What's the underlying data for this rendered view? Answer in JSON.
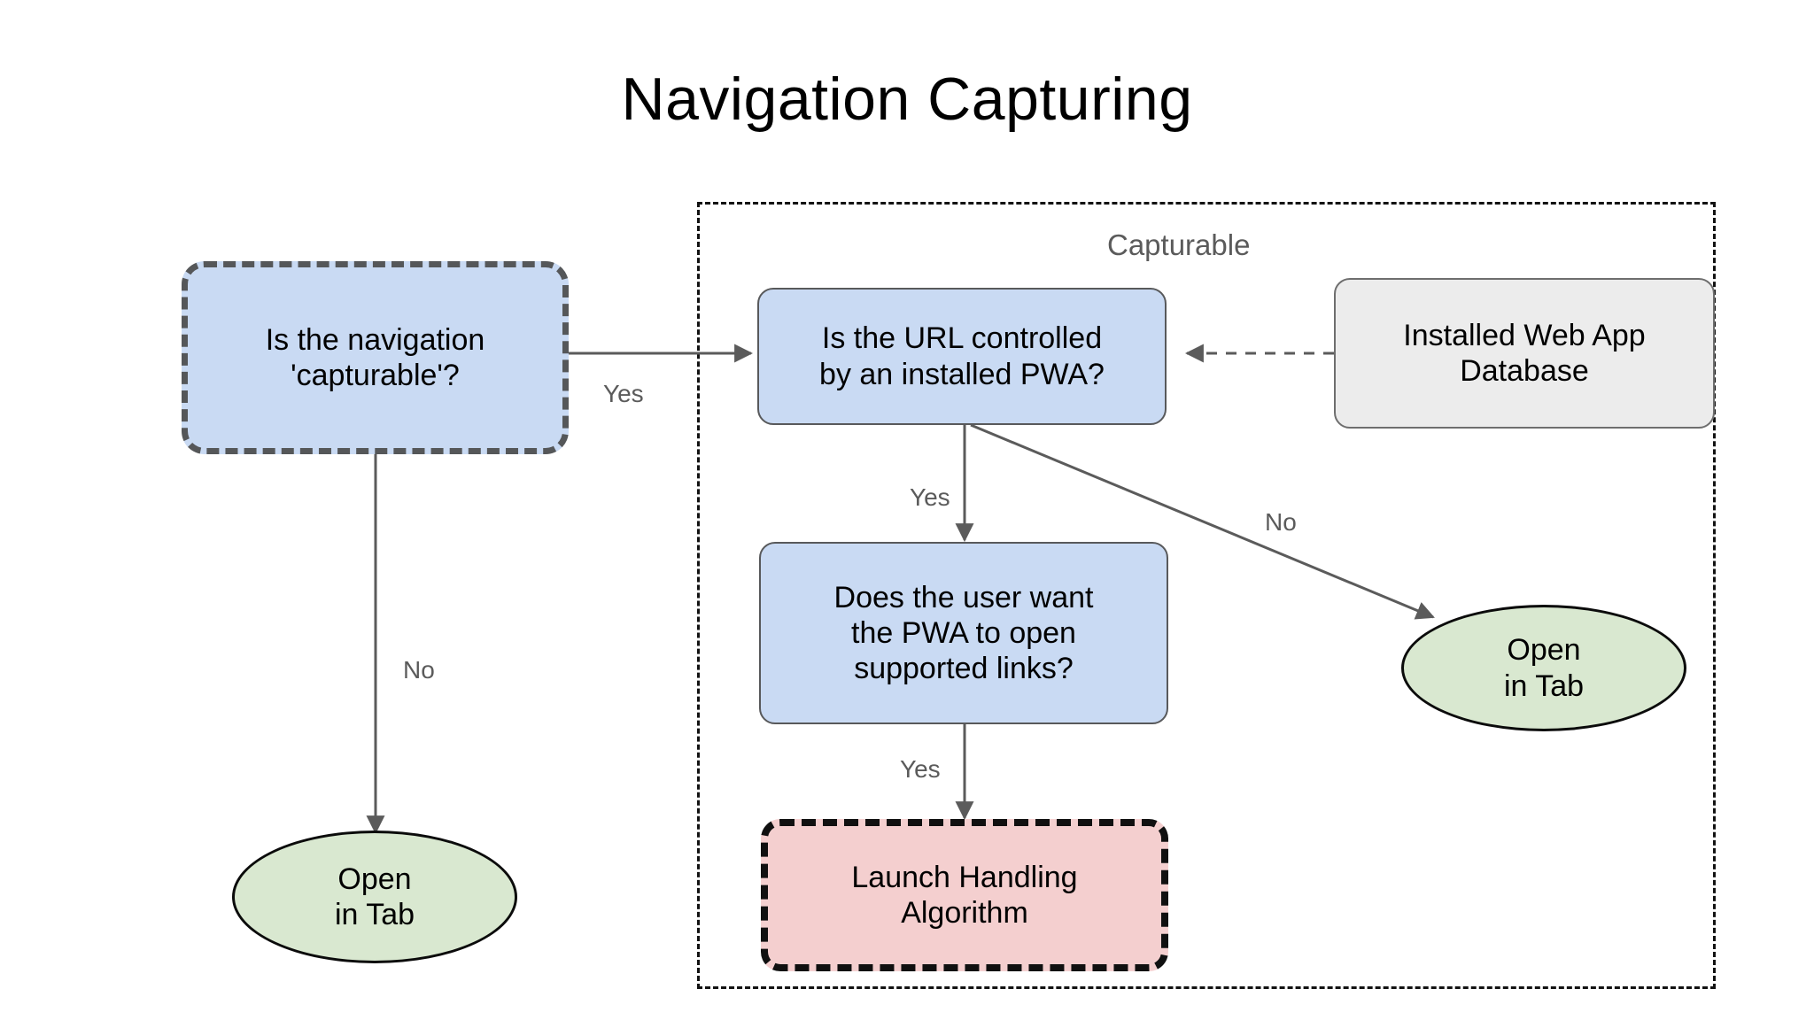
{
  "page": {
    "title": "Navigation Capturing",
    "background_color": "#ffffff"
  },
  "group": {
    "label": "Capturable",
    "border_style": "dashed",
    "border_color": "#121212"
  },
  "palette": {
    "decision_fill": "#c9daf3",
    "decision_stroke": "#58595b",
    "entry_stroke": "#555759",
    "datastore_fill": "#ececec",
    "datastore_stroke": "#6e6e6e",
    "terminal_fill": "#d9e8d0",
    "terminal_stroke": "#0b0b0b",
    "algorithm_fill": "#f4cfcf",
    "algorithm_stroke": "#101010",
    "edge_color": "#5b5b5b",
    "label_color": "#5b5b5b"
  },
  "nodes": {
    "is_capturable": {
      "lines": [
        "Is the navigation",
        "'capturable'?"
      ],
      "shape": "rounded-rect",
      "style": "blue-dashed"
    },
    "is_url_controlled": {
      "lines": [
        "Is the URL controlled",
        "by an installed PWA?"
      ],
      "shape": "rounded-rect",
      "style": "blue"
    },
    "installed_web_app_database": {
      "lines": [
        "Installed Web App",
        "Database"
      ],
      "shape": "rounded-rect",
      "style": "gray"
    },
    "user_wants_pwa": {
      "lines": [
        "Does the user want",
        "the PWA to open",
        "supported links?"
      ],
      "shape": "rounded-rect",
      "style": "blue"
    },
    "launch_handling_algorithm": {
      "lines": [
        "Launch Handling",
        "Algorithm"
      ],
      "shape": "rounded-rect",
      "style": "pink-dashed"
    },
    "open_in_tab_left": {
      "lines": [
        "Open",
        "in Tab"
      ],
      "shape": "ellipse",
      "style": "green"
    },
    "open_in_tab_right": {
      "lines": [
        "Open",
        "in Tab"
      ],
      "shape": "ellipse",
      "style": "green"
    }
  },
  "edges": [
    {
      "id": "capturable-yes",
      "from": "is_capturable",
      "to": "is_url_controlled",
      "label": "Yes",
      "style": "solid"
    },
    {
      "id": "capturable-no",
      "from": "is_capturable",
      "to": "open_in_tab_left",
      "label": "No",
      "style": "solid"
    },
    {
      "id": "url-yes",
      "from": "is_url_controlled",
      "to": "user_wants_pwa",
      "label": "Yes",
      "style": "solid"
    },
    {
      "id": "url-no",
      "from": "is_url_controlled",
      "to": "open_in_tab_right",
      "label": "No",
      "style": "solid"
    },
    {
      "id": "user-yes",
      "from": "user_wants_pwa",
      "to": "launch_handling_algorithm",
      "label": "Yes",
      "style": "solid"
    },
    {
      "id": "db-lookup",
      "from": "installed_web_app_database",
      "to": "is_url_controlled",
      "label": "",
      "style": "dashed"
    }
  ],
  "chart_data": {
    "type": "diagram",
    "title": "Navigation Capturing",
    "subgraphs": [
      {
        "label": "Capturable",
        "members": [
          "is_url_controlled",
          "installed_web_app_database",
          "user_wants_pwa",
          "launch_handling_algorithm",
          "open_in_tab_right"
        ]
      }
    ]
  }
}
